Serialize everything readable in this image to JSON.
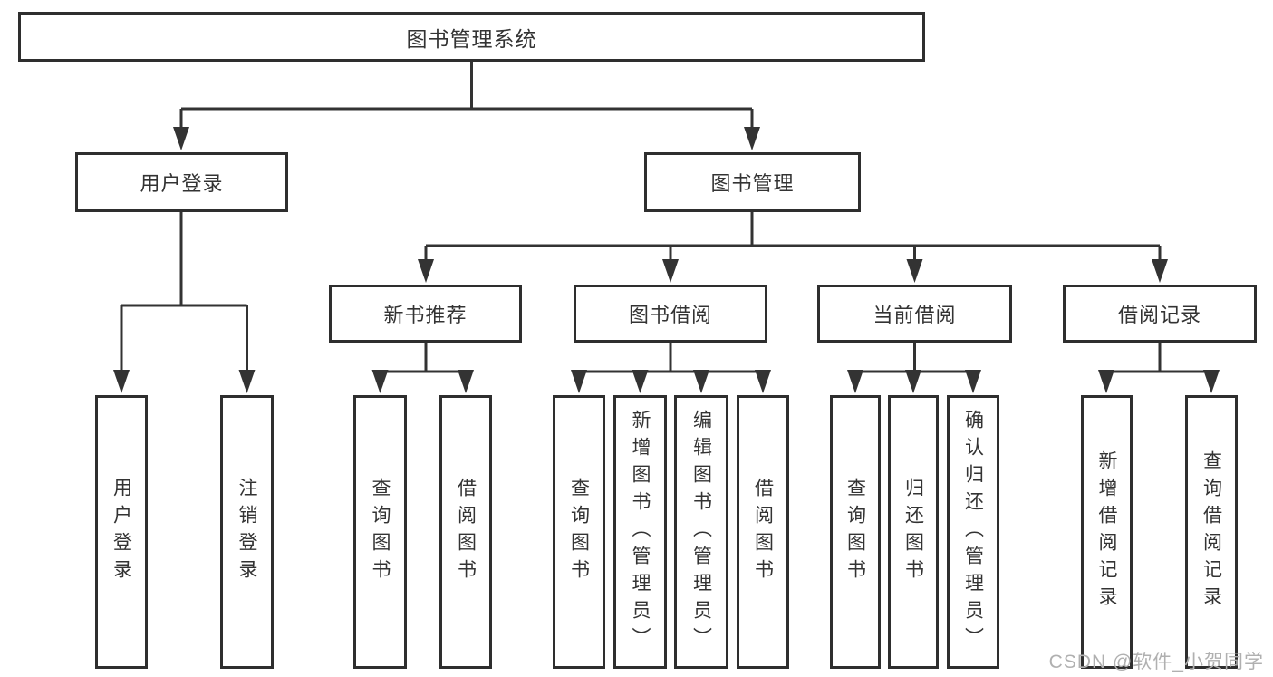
{
  "diagram": {
    "type": "hierarchy-tree",
    "root": {
      "label": "图书管理系统"
    },
    "level2": [
      {
        "id": "user-login",
        "label": "用户登录"
      },
      {
        "id": "book-management",
        "label": "图书管理"
      }
    ],
    "level3": [
      {
        "id": "new-book-recommend",
        "parent": "book-management",
        "label": "新书推荐"
      },
      {
        "id": "book-borrow",
        "parent": "book-management",
        "label": "图书借阅"
      },
      {
        "id": "current-borrow",
        "parent": "book-management",
        "label": "当前借阅"
      },
      {
        "id": "borrow-records",
        "parent": "book-management",
        "label": "借阅记录"
      }
    ],
    "leaves": [
      {
        "parent": "user-login",
        "label": "用户登录"
      },
      {
        "parent": "user-login",
        "label": "注销登录"
      },
      {
        "parent": "new-book-recommend",
        "label": "查询图书"
      },
      {
        "parent": "new-book-recommend",
        "label": "借阅图书"
      },
      {
        "parent": "book-borrow",
        "label": "查询图书"
      },
      {
        "parent": "book-borrow",
        "label": "新增图书（管理员）"
      },
      {
        "parent": "book-borrow",
        "label": "编辑图书（管理员）"
      },
      {
        "parent": "book-borrow",
        "label": "借阅图书"
      },
      {
        "parent": "current-borrow",
        "label": "查询图书"
      },
      {
        "parent": "current-borrow",
        "label": "归还图书"
      },
      {
        "parent": "current-borrow",
        "label": "确认归还（管理员）"
      },
      {
        "parent": "borrow-records",
        "label": "新增借阅记录"
      },
      {
        "parent": "borrow-records",
        "label": "查询借阅记录"
      }
    ],
    "colors": {
      "line": "#333333",
      "border": "#2e2e2e",
      "text": "#333333",
      "watermark": "#b0b0b0",
      "background": "#ffffff"
    }
  },
  "watermark": {
    "text": "CSDN @软件_小贺同学"
  }
}
